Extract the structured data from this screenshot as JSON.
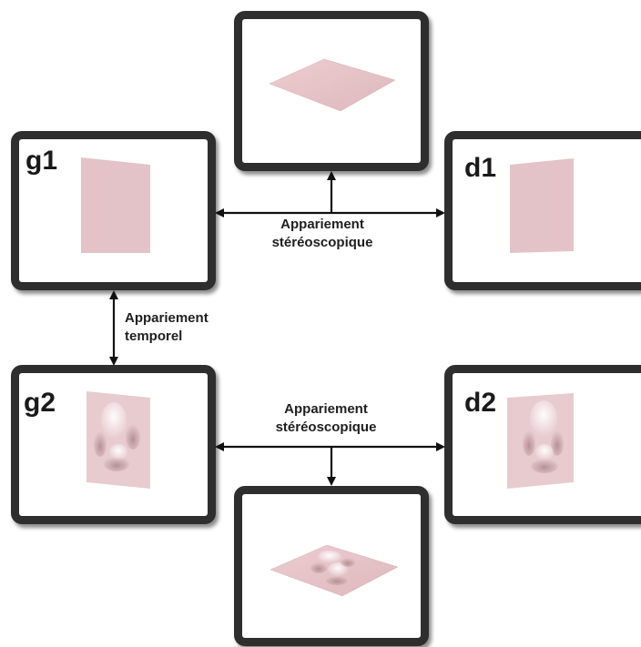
{
  "frames": {
    "g1": {
      "label": "g1"
    },
    "d1": {
      "label": "d1"
    },
    "g2": {
      "label": "g2"
    },
    "d2": {
      "label": "d2"
    }
  },
  "captions": {
    "stereo_top_line1": "Appariement",
    "stereo_top_line2": "stéréoscopique",
    "temporal_line1": "Appariement",
    "temporal_line2": "temporel",
    "stereo_bottom_line1": "Appariement",
    "stereo_bottom_line2": "stéréoscopique"
  },
  "colors": {
    "frame_border": "#2e2e2e",
    "surface_pink": "#e6c4c8",
    "arrow": "#111111"
  }
}
